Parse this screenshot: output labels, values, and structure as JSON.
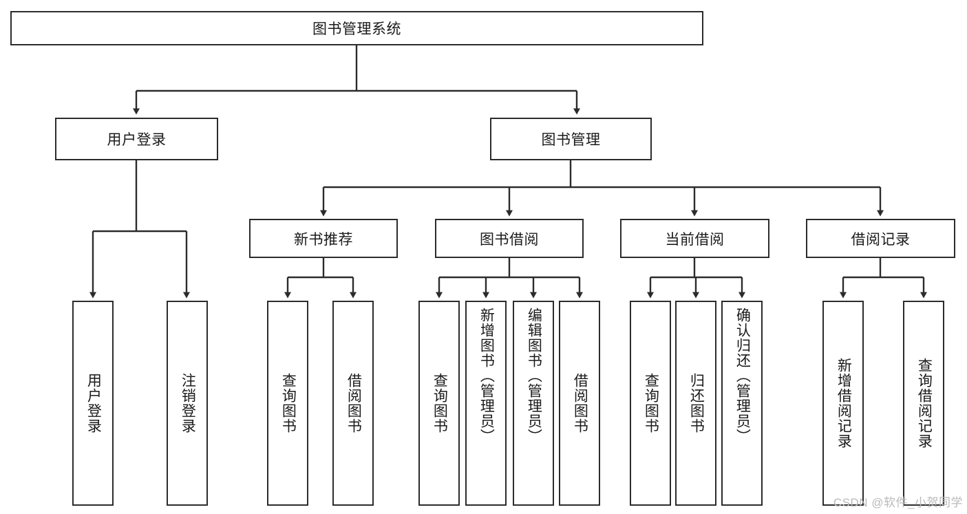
{
  "diagram": {
    "type": "tree-hierarchy-chart",
    "title": "图书管理系统",
    "stroke_color": "#2b2b2b",
    "fill_color": "#ffffff",
    "text_color": "#1a1a1a",
    "root": {
      "label": "图书管理系统",
      "orientation": "horizontal"
    },
    "level2": [
      {
        "label": "用户登录",
        "orientation": "horizontal"
      },
      {
        "label": "图书管理",
        "orientation": "horizontal"
      }
    ],
    "level3": [
      {
        "label": "新书推荐",
        "orientation": "horizontal",
        "parent": "图书管理"
      },
      {
        "label": "图书借阅",
        "orientation": "horizontal",
        "parent": "图书管理"
      },
      {
        "label": "当前借阅",
        "orientation": "horizontal",
        "parent": "图书管理"
      },
      {
        "label": "借阅记录",
        "orientation": "horizontal",
        "parent": "图书管理"
      }
    ],
    "leaves": [
      {
        "label": "用户登录",
        "orientation": "vertical",
        "parent": "用户登录"
      },
      {
        "label": "注销登录",
        "orientation": "vertical",
        "parent": "用户登录"
      },
      {
        "label": "查询图书",
        "orientation": "vertical",
        "parent": "新书推荐"
      },
      {
        "label": "借阅图书",
        "orientation": "vertical",
        "parent": "新书推荐"
      },
      {
        "label": "查询图书",
        "orientation": "vertical",
        "parent": "图书借阅"
      },
      {
        "label": "新增图书（管理员）",
        "orientation": "vertical",
        "parent": "图书借阅"
      },
      {
        "label": "编辑图书（管理员）",
        "orientation": "vertical",
        "parent": "图书借阅"
      },
      {
        "label": "借阅图书",
        "orientation": "vertical",
        "parent": "图书借阅"
      },
      {
        "label": "查询图书",
        "orientation": "vertical",
        "parent": "当前借阅"
      },
      {
        "label": "归还图书",
        "orientation": "vertical",
        "parent": "当前借阅"
      },
      {
        "label": "确认归还（管理员）",
        "orientation": "vertical",
        "parent": "当前借阅"
      },
      {
        "label": "新增借阅记录",
        "orientation": "vertical",
        "parent": "借阅记录"
      },
      {
        "label": "查询借阅记录",
        "orientation": "vertical",
        "parent": "借阅记录"
      }
    ]
  },
  "watermark": {
    "text": "CSDN @软件_小贺同学"
  }
}
